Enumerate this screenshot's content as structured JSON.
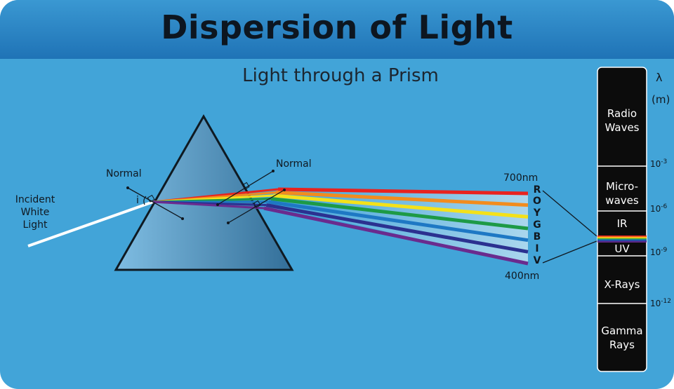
{
  "title": "Dispersion of Light",
  "subtitle": "Light through a Prism",
  "labels": {
    "incident": [
      "Incident",
      "White",
      "Light"
    ],
    "normal_left": "Normal",
    "normal_right": "Normal",
    "angle_i": "i",
    "nm_top": "700nm",
    "nm_bottom": "400nm"
  },
  "colors_letters": [
    "R",
    "O",
    "Y",
    "G",
    "B",
    "I",
    "V"
  ],
  "spectrum": {
    "unit_top": "λ",
    "unit_bottom": "(m)",
    "bands": [
      {
        "name": [
          "Radio",
          "Waves"
        ]
      },
      {
        "name": [
          "Micro-",
          "waves"
        ]
      },
      {
        "name": [
          "IR"
        ]
      },
      {
        "name": [
          "UV"
        ]
      },
      {
        "name": [
          "X-Rays"
        ]
      },
      {
        "name": [
          "Gamma",
          "Rays"
        ]
      }
    ],
    "exponents": [
      {
        "base": "10",
        "exp": "-3"
      },
      {
        "base": "10",
        "exp": "-6"
      },
      {
        "base": "10",
        "exp": "-9"
      },
      {
        "base": "10",
        "exp": "-12"
      }
    ]
  },
  "ray_colors": [
    "#e8231f",
    "#f28c1e",
    "#f4e11a",
    "#1d9a46",
    "#1e78c4",
    "#2b3190",
    "#6a2b8e"
  ]
}
